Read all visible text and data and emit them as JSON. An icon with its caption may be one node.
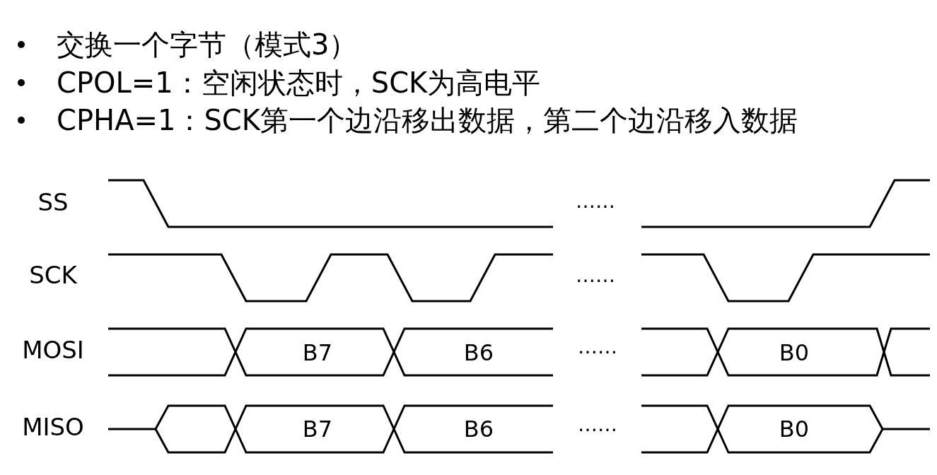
{
  "diagram": {
    "labels": [
      "交换一个字节（模式3）",
      "CPOL=1：空闲状态时，SCK为高电平",
      "CPHA=1：SCK第一个边沿移出数据，第二个边沿移入数据",
      "SS",
      "……",
      "SCK",
      "……",
      "MOSI",
      "B7",
      "B6",
      "……",
      "B0",
      "MISO",
      "B7",
      "B6",
      "……",
      "B0"
    ]
  }
}
